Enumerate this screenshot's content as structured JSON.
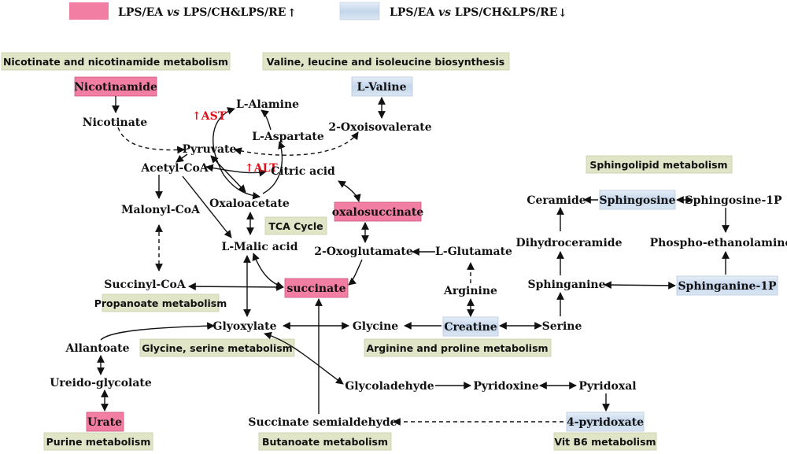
{
  "colors": {
    "up": "#f27ea4",
    "down": "#c8d9ec",
    "module": "#dfe5c6",
    "enzyme": "#e0101a",
    "text": "#111111"
  },
  "legend": {
    "up": {
      "text": "LPS/EA vs LPS/CH&LPS/RE",
      "arrow": "↑"
    },
    "down": {
      "text": "LPS/EA vs LPS/CH&LPS/RE",
      "arrow": "↓"
    }
  },
  "modules": {
    "nicotinate": "Nicotinate and nicotinamide metabolism",
    "valine": "Valine, leucine and isoleucine biosynthesis",
    "sphingolipid": "Sphingolipid metabolism",
    "tca": "TCA Cycle",
    "propanoate": "Propanoate metabolism",
    "glycine": "Glycine, serine metabolism",
    "arginine": "Arginine and proline metabolism",
    "purine": "Purine metabolism",
    "butanoate": "Butanoate metabolism",
    "vitb6": "Vit B6 metabolism"
  },
  "enzymes": {
    "ast": "↑AST",
    "alt": "↑ALT"
  },
  "metabolites": {
    "nicotinamide": "Nicotinamide",
    "nicotinate": "Nicotinate",
    "l_valine": "L-Valine",
    "l_alamine": "L-Alamine",
    "l_aspartate": "L-Aspartate",
    "oxoisovalerate": "2-Oxoisovalerate",
    "pyruvate": "Pyruvate",
    "acetyl_coa": "Acetyl-CoA",
    "citric_acid": "Citric acid",
    "oxaloacetate": "Oxaloacetate",
    "malonyl_coa": "Malonyl-CoA",
    "oxalosuccinate": "oxalosuccinate",
    "l_malic_acid": "L-Malic acid",
    "oxoglutarate": "2-Oxoglutamate",
    "l_glutamate": "L-Glutamate",
    "succinyl_coa": "Succinyl-CoA",
    "succinate": "succinate",
    "arginine": "Arginine",
    "glyoxylate": "Glyoxylate",
    "glycine": "Glycine",
    "creatine": "Creatine",
    "serine": "Serine",
    "allantoate": "Allantoate",
    "ureido_glycolate": "Ureido-glycolate",
    "urate": "Urate",
    "glycoladehyde": "Glycoladehyde",
    "pyridoxine": "Pyridoxine",
    "pyridoxal": "Pyridoxal",
    "succinate_semialdehyde": "Succinate semialdehyde",
    "pyridoxate": "4-pyridoxate",
    "ceramide": "Ceramide",
    "sphingosine": "Sphingosine",
    "sphingosine_1p": "Sphingosine-1P",
    "dihydroceramide": "Dihydroceramide",
    "phospho_ethanolamine": "Phospho-ethanolamine",
    "sphinganine": "Sphinganine",
    "sphinganine_1p": "Sphinganine-1P"
  }
}
